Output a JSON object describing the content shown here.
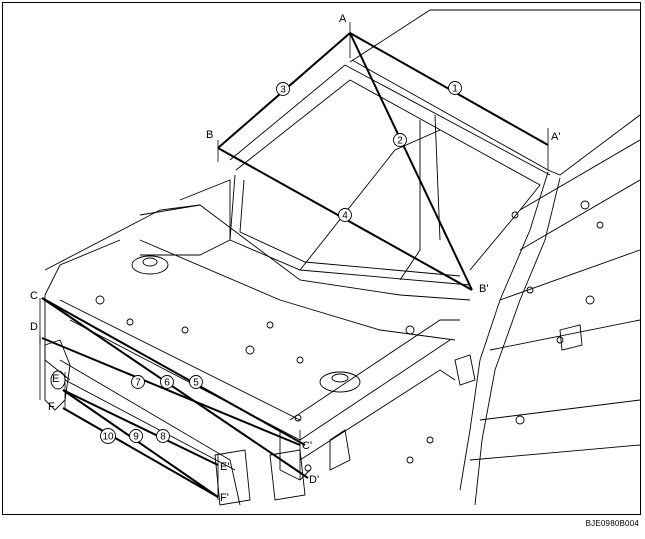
{
  "points": {
    "A": "A",
    "A_prime": "A'",
    "B": "B",
    "B_prime": "B'",
    "C": "C",
    "C_prime": "C'",
    "D": "D",
    "D_prime": "D'",
    "E": "E",
    "E_prime": "E'",
    "F": "F",
    "F_prime": "F'"
  },
  "measurements": {
    "m1": "1",
    "m2": "2",
    "m3": "3",
    "m4": "4",
    "m5": "5",
    "m6": "6",
    "m7": "7",
    "m8": "8",
    "m9": "9",
    "m10": "10"
  },
  "caption": "BJE0980B004"
}
